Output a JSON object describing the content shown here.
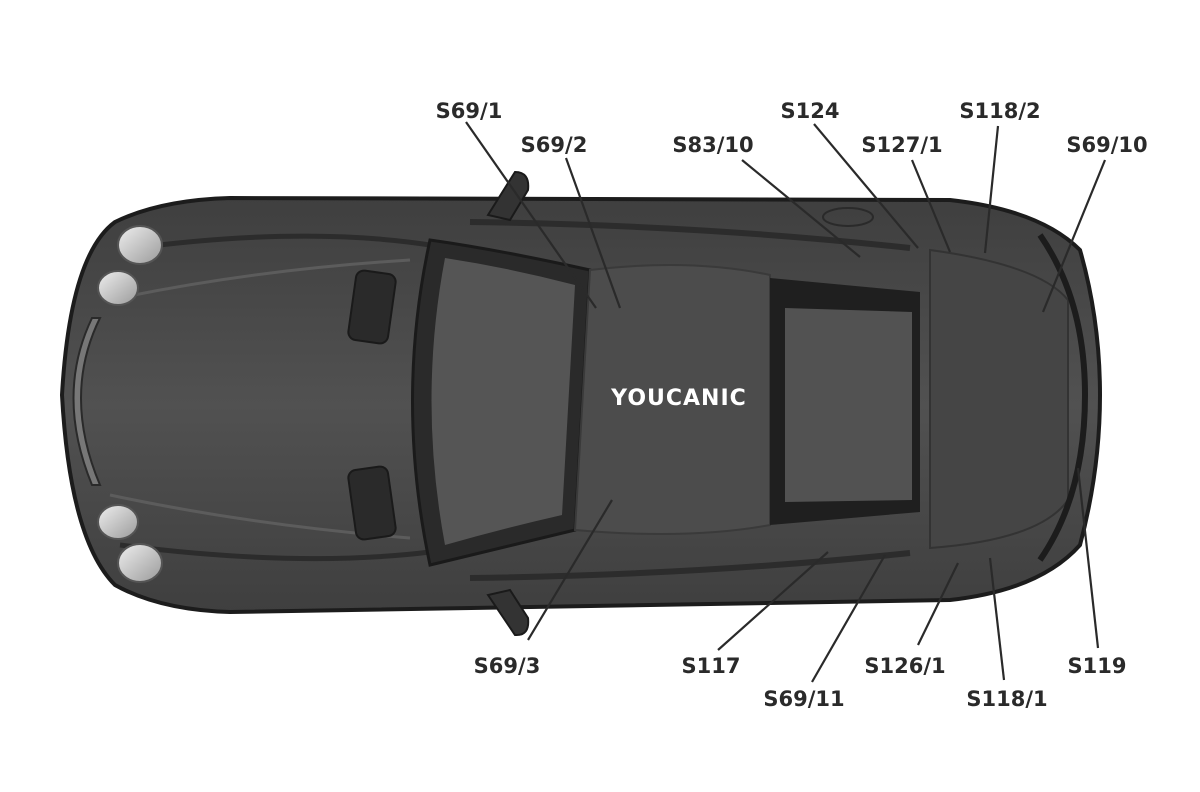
{
  "brand": "YOUCANIC",
  "labels": {
    "s69_1": "S69/1",
    "s69_2": "S69/2",
    "s83_10": "S83/10",
    "s124": "S124",
    "s127_1": "S127/1",
    "s118_2": "S118/2",
    "s69_10": "S69/10",
    "s69_3": "S69/3",
    "s117": "S117",
    "s69_11": "S69/11",
    "s126_1": "S126/1",
    "s118_1": "S118/1",
    "s119": "S119"
  },
  "colors": {
    "body": "#4a4a4a",
    "body_dark": "#353535",
    "trim": "#1c1c1c",
    "glass": "#5e5e5e",
    "headlight": "#c9c9c9",
    "label_text": "#2a2a2a"
  }
}
